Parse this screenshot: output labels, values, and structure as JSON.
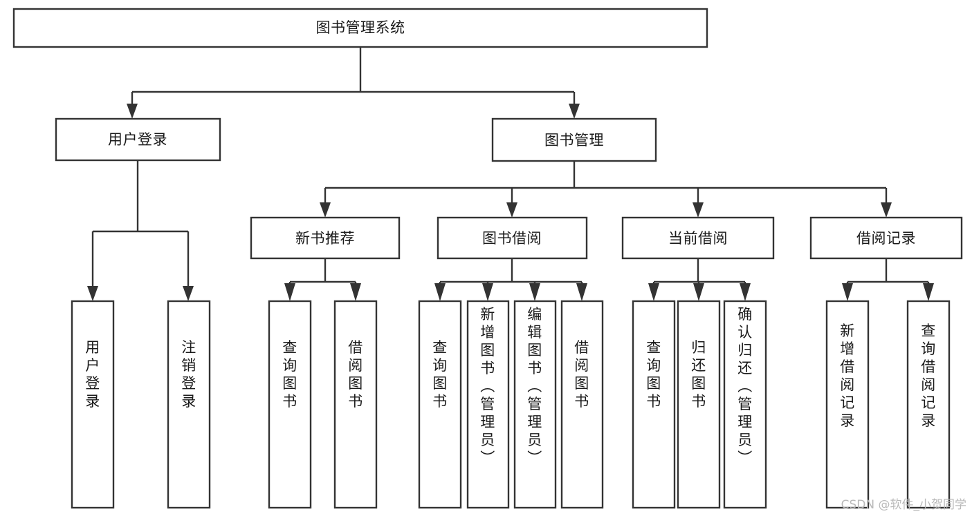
{
  "diagram": {
    "type": "tree-hierarchy-flowchart",
    "title": "图书管理系统",
    "orientation": "top-down",
    "background_color": "#ffffff",
    "stroke_color": "#333333",
    "text_color": "#1a1a1a",
    "root": {
      "label": "图书管理系统",
      "text_direction": "horizontal"
    },
    "level2": [
      {
        "label": "用户登录",
        "text_direction": "horizontal"
      },
      {
        "label": "图书管理",
        "text_direction": "horizontal"
      }
    ],
    "level3": [
      {
        "label": "新书推荐",
        "text_direction": "horizontal",
        "parent": "图书管理"
      },
      {
        "label": "图书借阅",
        "text_direction": "horizontal",
        "parent": "图书管理"
      },
      {
        "label": "当前借阅",
        "text_direction": "horizontal",
        "parent": "图书管理"
      },
      {
        "label": "借阅记录",
        "text_direction": "horizontal",
        "parent": "图书管理"
      }
    ],
    "leaves": {
      "用户登录": [
        {
          "label": "用户登录",
          "text_direction": "vertical"
        },
        {
          "label": "注销登录",
          "text_direction": "vertical"
        }
      ],
      "新书推荐": [
        {
          "label": "查询图书",
          "text_direction": "vertical"
        },
        {
          "label": "借阅图书",
          "text_direction": "vertical"
        }
      ],
      "图书借阅": [
        {
          "label": "查询图书",
          "text_direction": "vertical"
        },
        {
          "label": "新增图书（管理员）",
          "text_direction": "vertical"
        },
        {
          "label": "编辑图书（管理员）",
          "text_direction": "vertical"
        },
        {
          "label": "借阅图书",
          "text_direction": "vertical"
        }
      ],
      "当前借阅": [
        {
          "label": "查询图书",
          "text_direction": "vertical"
        },
        {
          "label": "归还图书",
          "text_direction": "vertical"
        },
        {
          "label": "确认归还（管理员）",
          "text_direction": "vertical"
        }
      ],
      "借阅记录": [
        {
          "label": "新增借阅记录",
          "text_direction": "vertical"
        },
        {
          "label": "查询借阅记录",
          "text_direction": "vertical"
        }
      ]
    }
  },
  "watermark": {
    "text": "CSDN @软件_小贺同学"
  }
}
